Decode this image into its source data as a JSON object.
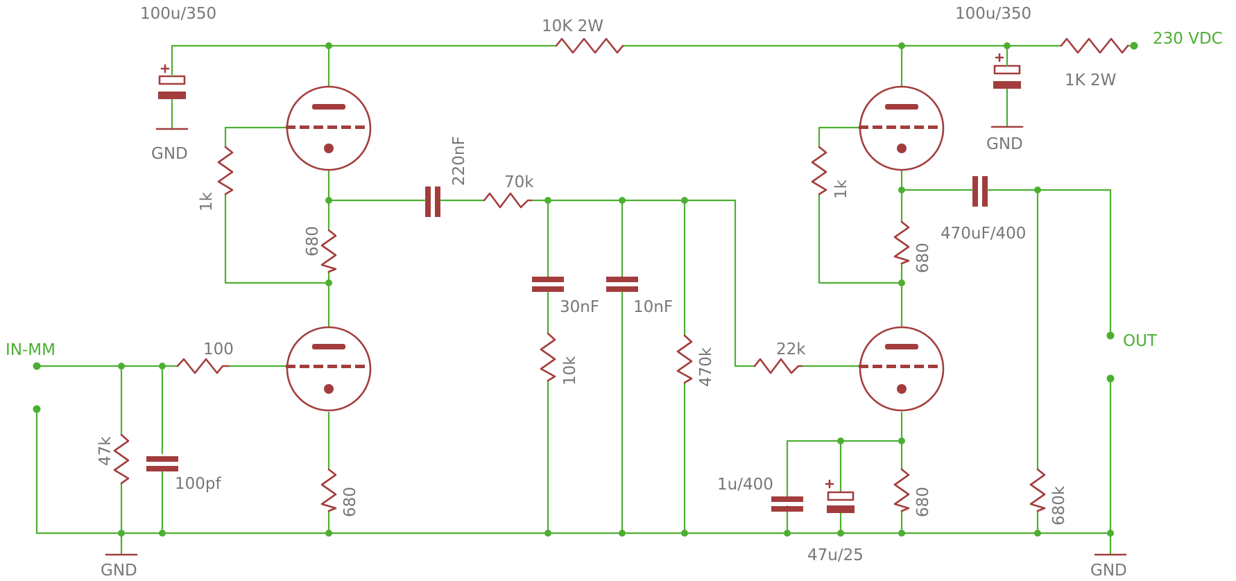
{
  "schematic": {
    "colors": {
      "wire": "#4caf32",
      "component": "#a33d3d",
      "label": "#777777",
      "net_label": "#4caf32"
    },
    "nets": {
      "in": "IN-MM",
      "out": "OUT",
      "supply": "230 VDC"
    },
    "ground": "GND",
    "parts": {
      "c_supply_left": "100u/350",
      "r_supply_link": "10K 2W",
      "c_supply_right": "100u/350",
      "r_supply_feed": "1K 2W",
      "r_grid_v2": "1k",
      "r_cathode_v2": "680",
      "r_grid_stopper_in": "100",
      "r_input_load": "47k",
      "c_input": "100pf",
      "r_cathode_v1": "680",
      "c_coupling_1": "220nF",
      "r_riaa": "70k",
      "c_riaa_1": "30nF",
      "r_riaa_shunt": "10k",
      "c_riaa_2": "10nF",
      "r_grid_leak": "470k",
      "r_grid_stopper_2": "22k",
      "r_grid_v4": "1k",
      "r_cathode_v4": "680",
      "c_output": "470uF/400",
      "r_cathode_v3": "680",
      "c_cathode_film": "1u/400",
      "c_cathode_elec": "47u/25",
      "r_output_load": "680k"
    }
  }
}
